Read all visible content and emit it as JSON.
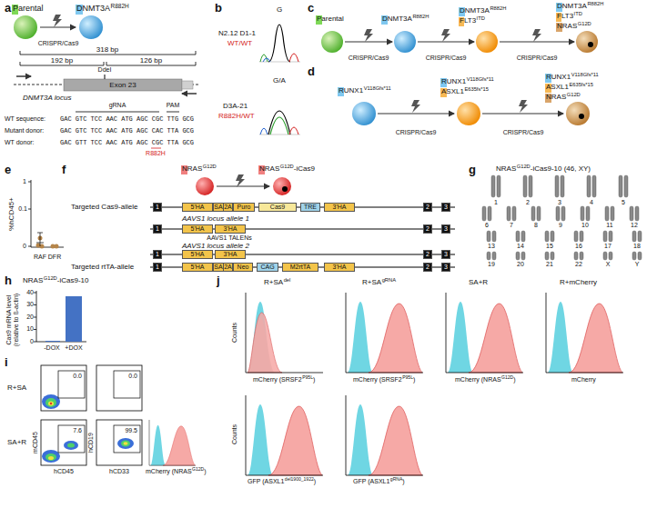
{
  "diagram": {
    "nodes": [
      {
        "text": [
          "1"
        ]
      },
      {
        "text": [
          "5'HA"
        ]
      },
      {
        "text": [
          "SA"
        ]
      },
      {
        "text": [
          "2A"
        ]
      },
      {
        "text": [
          "Puro"
        ]
      },
      {
        "text": [
          "Cas9"
        ]
      },
      {
        "text": [
          "TRE"
        ]
      },
      {
        "text": [
          "3'HA"
        ]
      },
      {
        "text": [
          "2"
        ]
      },
      {
        "text": [
          "3"
        ]
      },
      {
        "text": [
          "1"
        ]
      },
      {
        "text": [
          "5'HA"
        ]
      },
      {
        "text": [
          "3'HA"
        ]
      },
      {
        "text": [
          "2"
        ]
      },
      {
        "text": [
          "3"
        ]
      },
      {
        "text": [
          "1"
        ]
      },
      {
        "text": [
          "5'HA"
        ]
      },
      {
        "text": [
          "3'HA"
        ]
      },
      {
        "text": [
          "2"
        ]
      },
      {
        "text": [
          "3"
        ]
      },
      {
        "text": [
          "1"
        ]
      },
      {
        "text": [
          "5'HA"
        ]
      },
      {
        "text": [
          "SA"
        ]
      },
      {
        "text": [
          "2A"
        ]
      },
      {
        "text": [
          "Neo"
        ]
      },
      {
        "text": [
          "CAG"
        ]
      },
      {
        "text": [
          "M2rtTA"
        ]
      },
      {
        "text": [
          "3'HA"
        ]
      },
      {
        "text": [
          "2"
        ]
      },
      {
        "text": [
          "3"
        ]
      }
    ],
    "labels": [
      "a",
      "Parental",
      "DNMT3A",
      "R882H",
      "CRISPR/Cas9",
      "318 bp",
      "192 bp",
      "126 bp",
      "DdeI",
      "Exon 23",
      "DNMT3A locus",
      "gRNA",
      "PAM",
      "WT sequence:",
      "GAC GTC TCC AAC ATG AGC CGC TTG GCG",
      "Mutant donor:",
      "GAC GTC TCC AAC ATG AGC CAC TTA GCG",
      "WT donor:",
      "GAC GTT TCC AAC ATG AGC CGC TTA GCG",
      "R882H",
      "b",
      "G",
      "N2.12 D1-1",
      "WT/WT",
      "G/A",
      "D3A-21",
      "R882H/WT",
      "c",
      "Parental",
      "DNMT3A",
      "R882H",
      "DNMT3A",
      "R882H",
      "FLT3",
      "ITD",
      "DNMT3A",
      "R882H",
      "FLT3",
      "ITD",
      "NRAS",
      "G12D",
      "CRISPR/Cas9",
      "CRISPR/Cas9",
      "CRISPR/Cas9",
      "d",
      "RUNX1",
      "V118Gfs*11",
      "RUNX1",
      "V118Gfs*11",
      "ASXL1",
      "E635fs*15",
      "RUNX1",
      "V118Gfs*11",
      "ASXL1",
      "E635fs*15",
      "NRAS",
      "G12D",
      "CRISPR/Cas9",
      "CRISPR/Cas9",
      "e",
      "%hCD45+",
      "1",
      "0.1",
      "0",
      "RAF",
      "DFR",
      "f",
      "NRAS",
      "G12D",
      "NRAS",
      "G12D",
      "-iCas9",
      "Targeted Cas9-allele",
      "AAVS1 locus allele 1",
      "AAVS1 TALENs",
      "AAVS1 locus allele 2",
      "Targeted rtTA-allele",
      "g",
      "NRAS",
      "G12D",
      "-iCas9-10 (46, XY)",
      "1",
      "2",
      "3",
      "4",
      "5",
      "6",
      "7",
      "8",
      "9",
      "10",
      "11",
      "12",
      "13",
      "14",
      "15",
      "16",
      "17",
      "18",
      "19",
      "20",
      "21",
      "22",
      "X",
      "Y",
      "h",
      "NRAS",
      "G12D",
      "-iCas9-10",
      "Cas9 mRNA level (relative to ß-actin)",
      "40",
      "30",
      "20",
      "10",
      "0",
      "-DOX",
      "+DOX",
      "i",
      "R+SA",
      "SA+R",
      "0.0",
      "0.0",
      "7.6",
      "99.5",
      "mCD45",
      "hCD45",
      "hCD19",
      "hCD33",
      "mCherry (NRAS",
      "G12D",
      ")",
      "j",
      "R+SA",
      "del",
      "R+SA",
      "gRNA",
      "SA+R",
      "R+mCherry",
      "Counts",
      "Counts",
      "mCherry (SRSF2",
      "P95L",
      ")",
      "mCherry (SRSF2",
      "P95L",
      ")",
      "mCherry (NRAS",
      "G12D",
      ")",
      "mCherry",
      "GFP (ASXL1",
      "del1900_1922",
      ")",
      "GFP (ASXL1",
      "gRNA",
      ")"
    ]
  }
}
